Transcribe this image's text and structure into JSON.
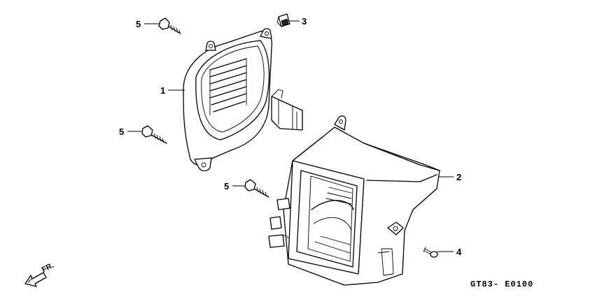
{
  "diagram": {
    "code": "GT83- E0100",
    "direction_label": "FR.",
    "callouts": [
      {
        "id": "c1",
        "label": "1"
      },
      {
        "id": "c2",
        "label": "2"
      },
      {
        "id": "c3",
        "label": "3"
      },
      {
        "id": "c4",
        "label": "4"
      },
      {
        "id": "c5a",
        "label": "5"
      },
      {
        "id": "c5b",
        "label": "5"
      },
      {
        "id": "c5c",
        "label": "5"
      }
    ]
  }
}
